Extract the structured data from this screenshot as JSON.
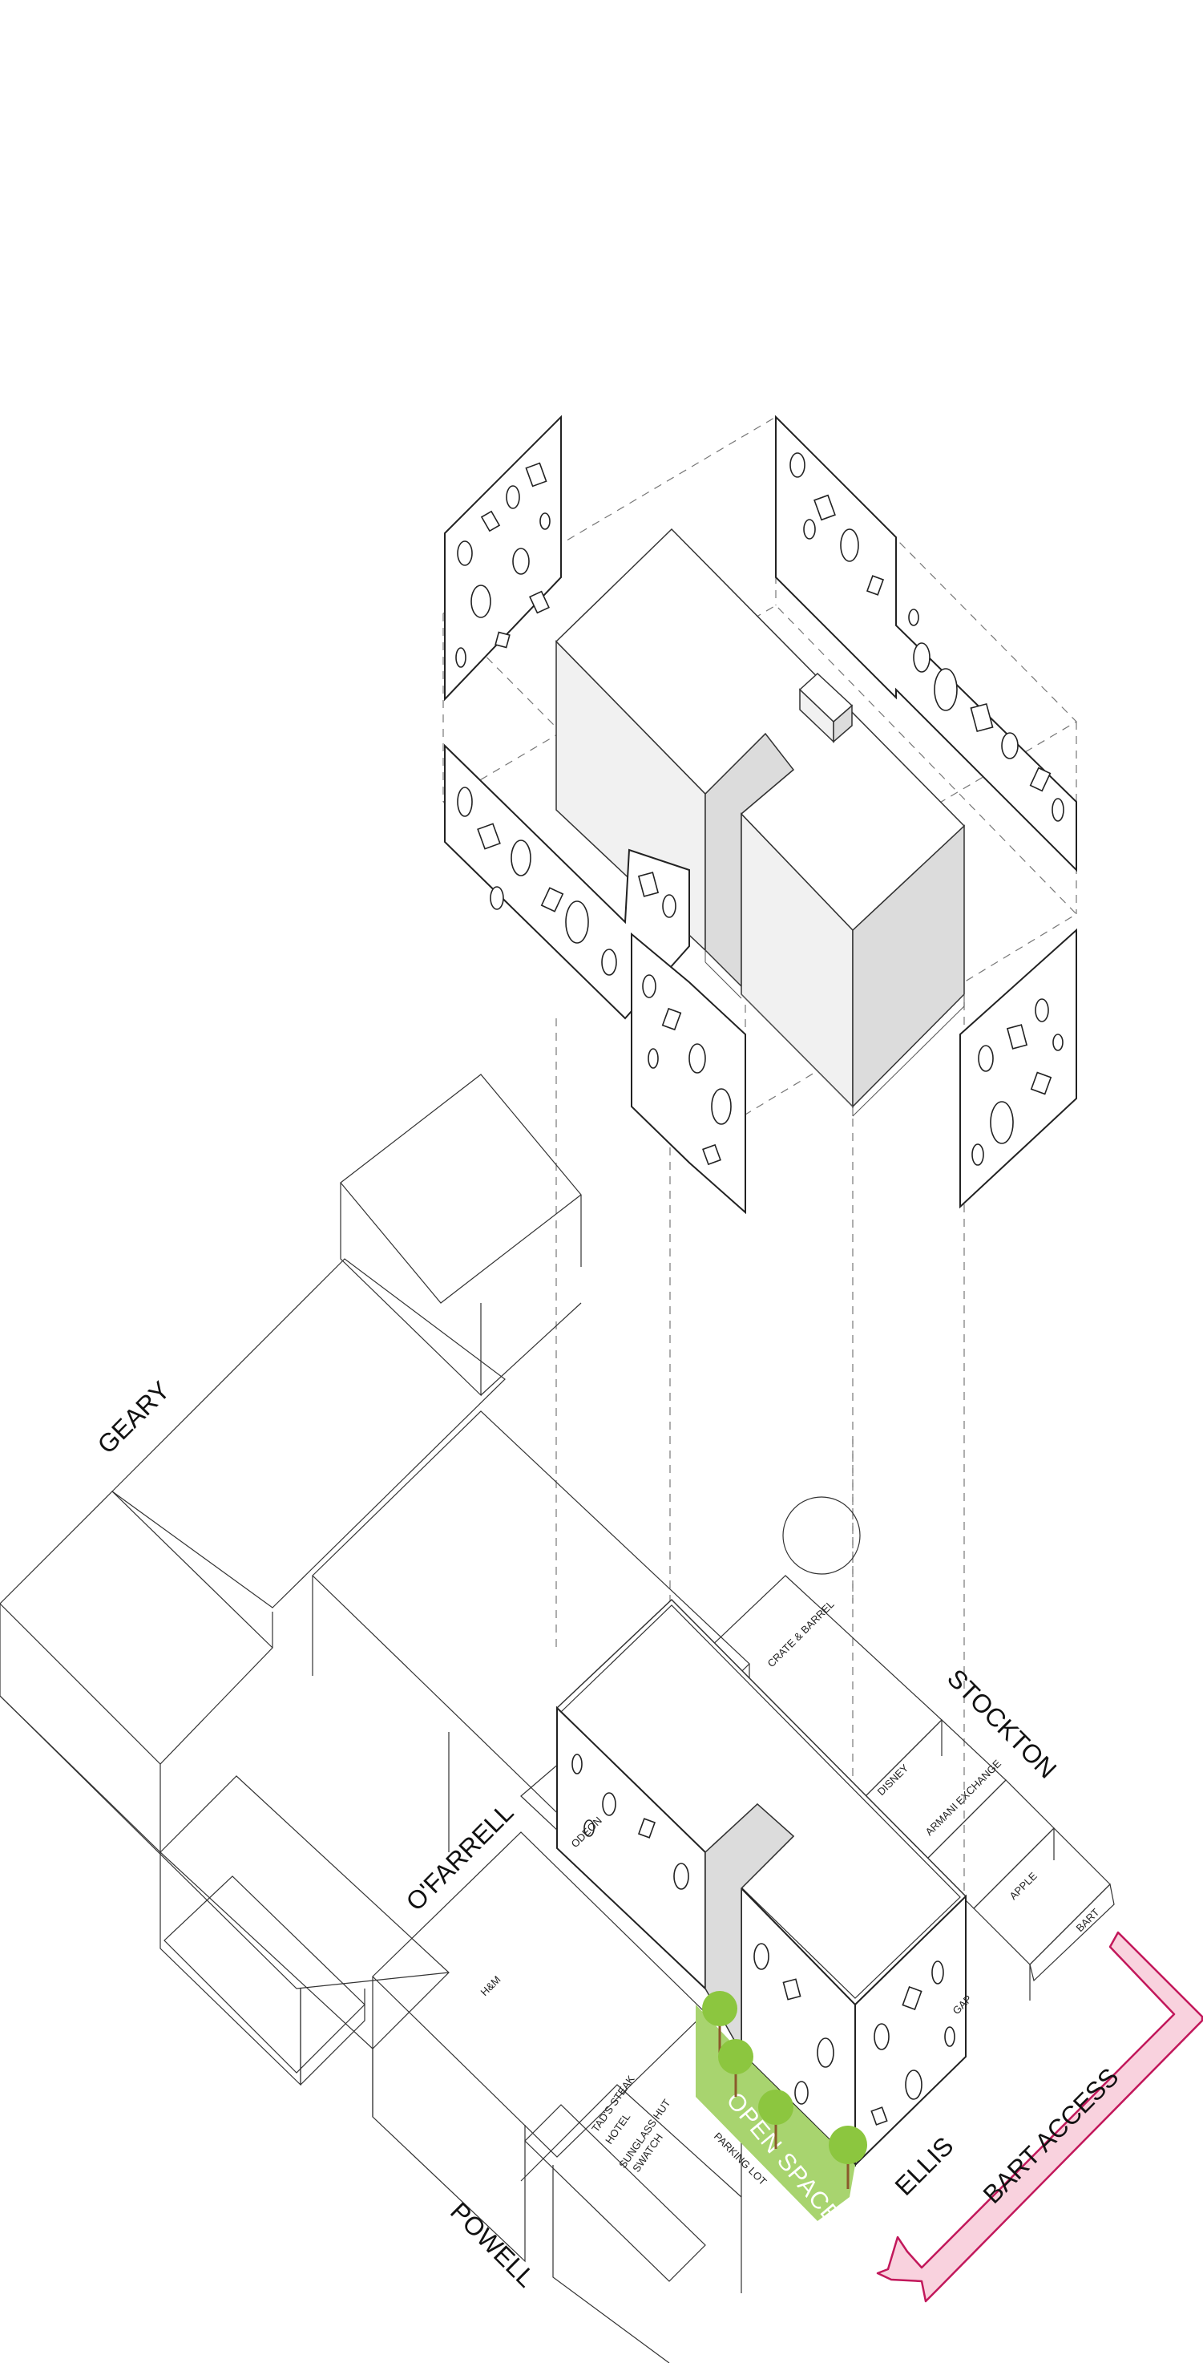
{
  "streets": {
    "geary": "GEARY",
    "ofarrell": "O'FARRELL",
    "stockton": "STOCKTON",
    "ellis": "ELLIS",
    "powell": "POWELL"
  },
  "stores": {
    "crate_barrel": "CRATE & BARREL",
    "disney": "DISNEY",
    "armani": "ARMANI EXCHANGE",
    "apple": "APPLE",
    "bart": "BART",
    "odeon": "ODEON",
    "hm": "H&M",
    "gap": "GAP",
    "parking": "PARKING LOT",
    "tads_lines": [
      "TAD'S STEAK",
      "HOTEL",
      "SUNGLASS HUT",
      "SWATCH"
    ]
  },
  "open_space": "OPEN SPACE",
  "bart_access": "BART ACCESS",
  "colors": {
    "open_space_fill": "#a8d46f",
    "tree_canopy": "#8cc63f",
    "tree_trunk": "#8a5a2b",
    "bart_arrow_fill": "#f9d2de",
    "bart_arrow_stroke": "#c2185b"
  }
}
